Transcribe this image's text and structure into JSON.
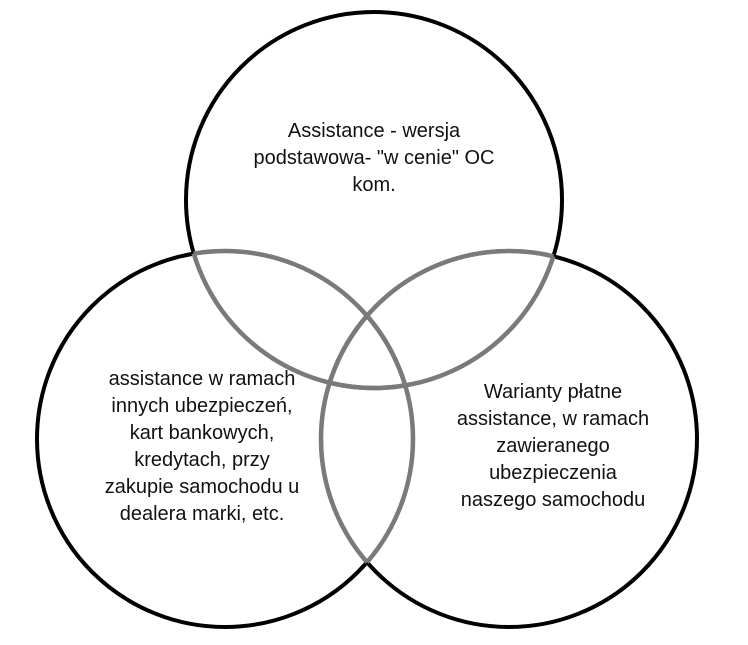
{
  "diagram": {
    "type": "venn",
    "colors": {
      "outline": "#000000",
      "overlap_outline": "#7a7a7a",
      "background": "#ffffff"
    },
    "sets": {
      "top": {
        "lines": [
          "Assistance - wersja",
          "podstawowa- \"w cenie\" OC",
          "kom."
        ]
      },
      "left": {
        "lines": [
          "assistance w ramach",
          "innych ubezpieczeń,",
          "kart bankowych,",
          "kredytach, przy",
          "zakupie samochodu u",
          "dealera marki, etc."
        ]
      },
      "right": {
        "lines": [
          "Warianty płatne",
          "assistance, w ramach",
          "zawieranego",
          "ubezpieczenia",
          "naszego samochodu"
        ]
      }
    }
  }
}
